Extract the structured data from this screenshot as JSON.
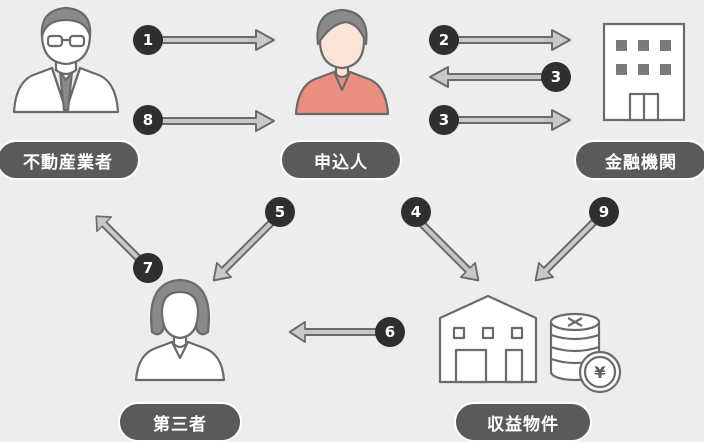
{
  "labels": {
    "agent": "不動産業者",
    "applicant": "申込人",
    "bank": "金融機関",
    "third_party": "第三者",
    "property": "収益物件"
  },
  "steps": [
    "1",
    "2",
    "3",
    "3",
    "4",
    "5",
    "6",
    "7",
    "8",
    "9"
  ],
  "icons": {
    "agent": "businessman-icon",
    "applicant": "person-icon",
    "bank": "building-icon",
    "third_party": "woman-icon",
    "property": "house-with-coins-icon",
    "coin_symbol": "¥"
  },
  "colors": {
    "background": "#ededed",
    "pill": "#5a5a5a",
    "badge": "#2f2f2f",
    "arrow_fill": "#c8c8c8",
    "arrow_stroke": "#6a6a6a",
    "applicant_shirt": "#ea8f80",
    "skin": "#fbe3d8",
    "hair": "#8a8a8a"
  }
}
